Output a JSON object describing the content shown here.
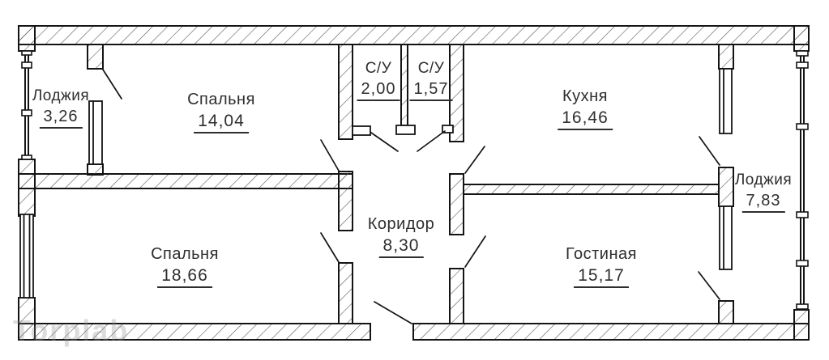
{
  "plan": {
    "type": "apartment-floor-plan",
    "watermark": "Torplab",
    "rooms": [
      {
        "id": "loggia-top-left",
        "name": "Лоджия",
        "area": "3,26"
      },
      {
        "id": "bedroom-top",
        "name": "Спальня",
        "area": "14,04"
      },
      {
        "id": "bathroom-1",
        "name": "С/У",
        "area": "2,00"
      },
      {
        "id": "bathroom-2",
        "name": "С/У",
        "area": "1,57"
      },
      {
        "id": "kitchen",
        "name": "Кухня",
        "area": "16,46"
      },
      {
        "id": "loggia-right",
        "name": "Лоджия",
        "area": "7,83"
      },
      {
        "id": "bedroom-bottom",
        "name": "Спальня",
        "area": "18,66"
      },
      {
        "id": "corridor",
        "name": "Коридор",
        "area": "8,30"
      },
      {
        "id": "living-room",
        "name": "Гостиная",
        "area": "15,17"
      }
    ],
    "colors": {
      "wall_line": "#141414",
      "hatch": "#5a5a5a",
      "text": "#2e2e2e",
      "background": "#ffffff"
    }
  }
}
